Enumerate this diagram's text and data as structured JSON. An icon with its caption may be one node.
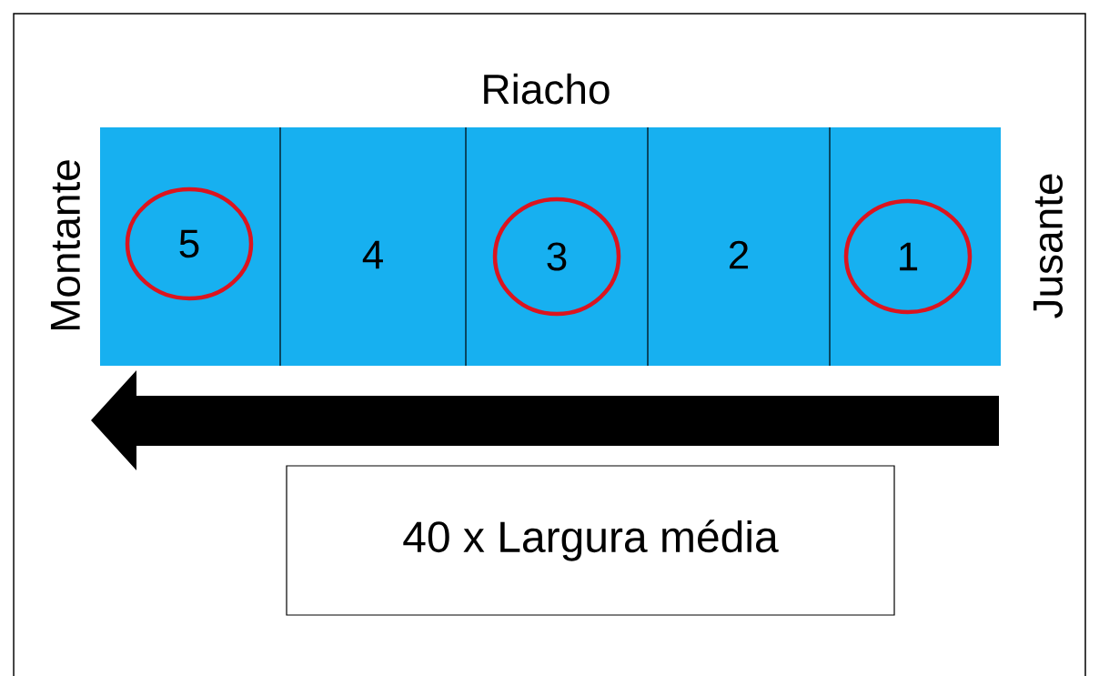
{
  "diagram": {
    "title": "Riacho",
    "nodes": [
      {
        "text": [
          "5"
        ]
      },
      {
        "text": [
          "3"
        ]
      },
      {
        "text": [
          "1"
        ]
      },
      {
        "text": [
          "40 x Largura média"
        ]
      }
    ],
    "labels": [
      "Montante",
      "4",
      "2",
      "Jusante"
    ]
  }
}
